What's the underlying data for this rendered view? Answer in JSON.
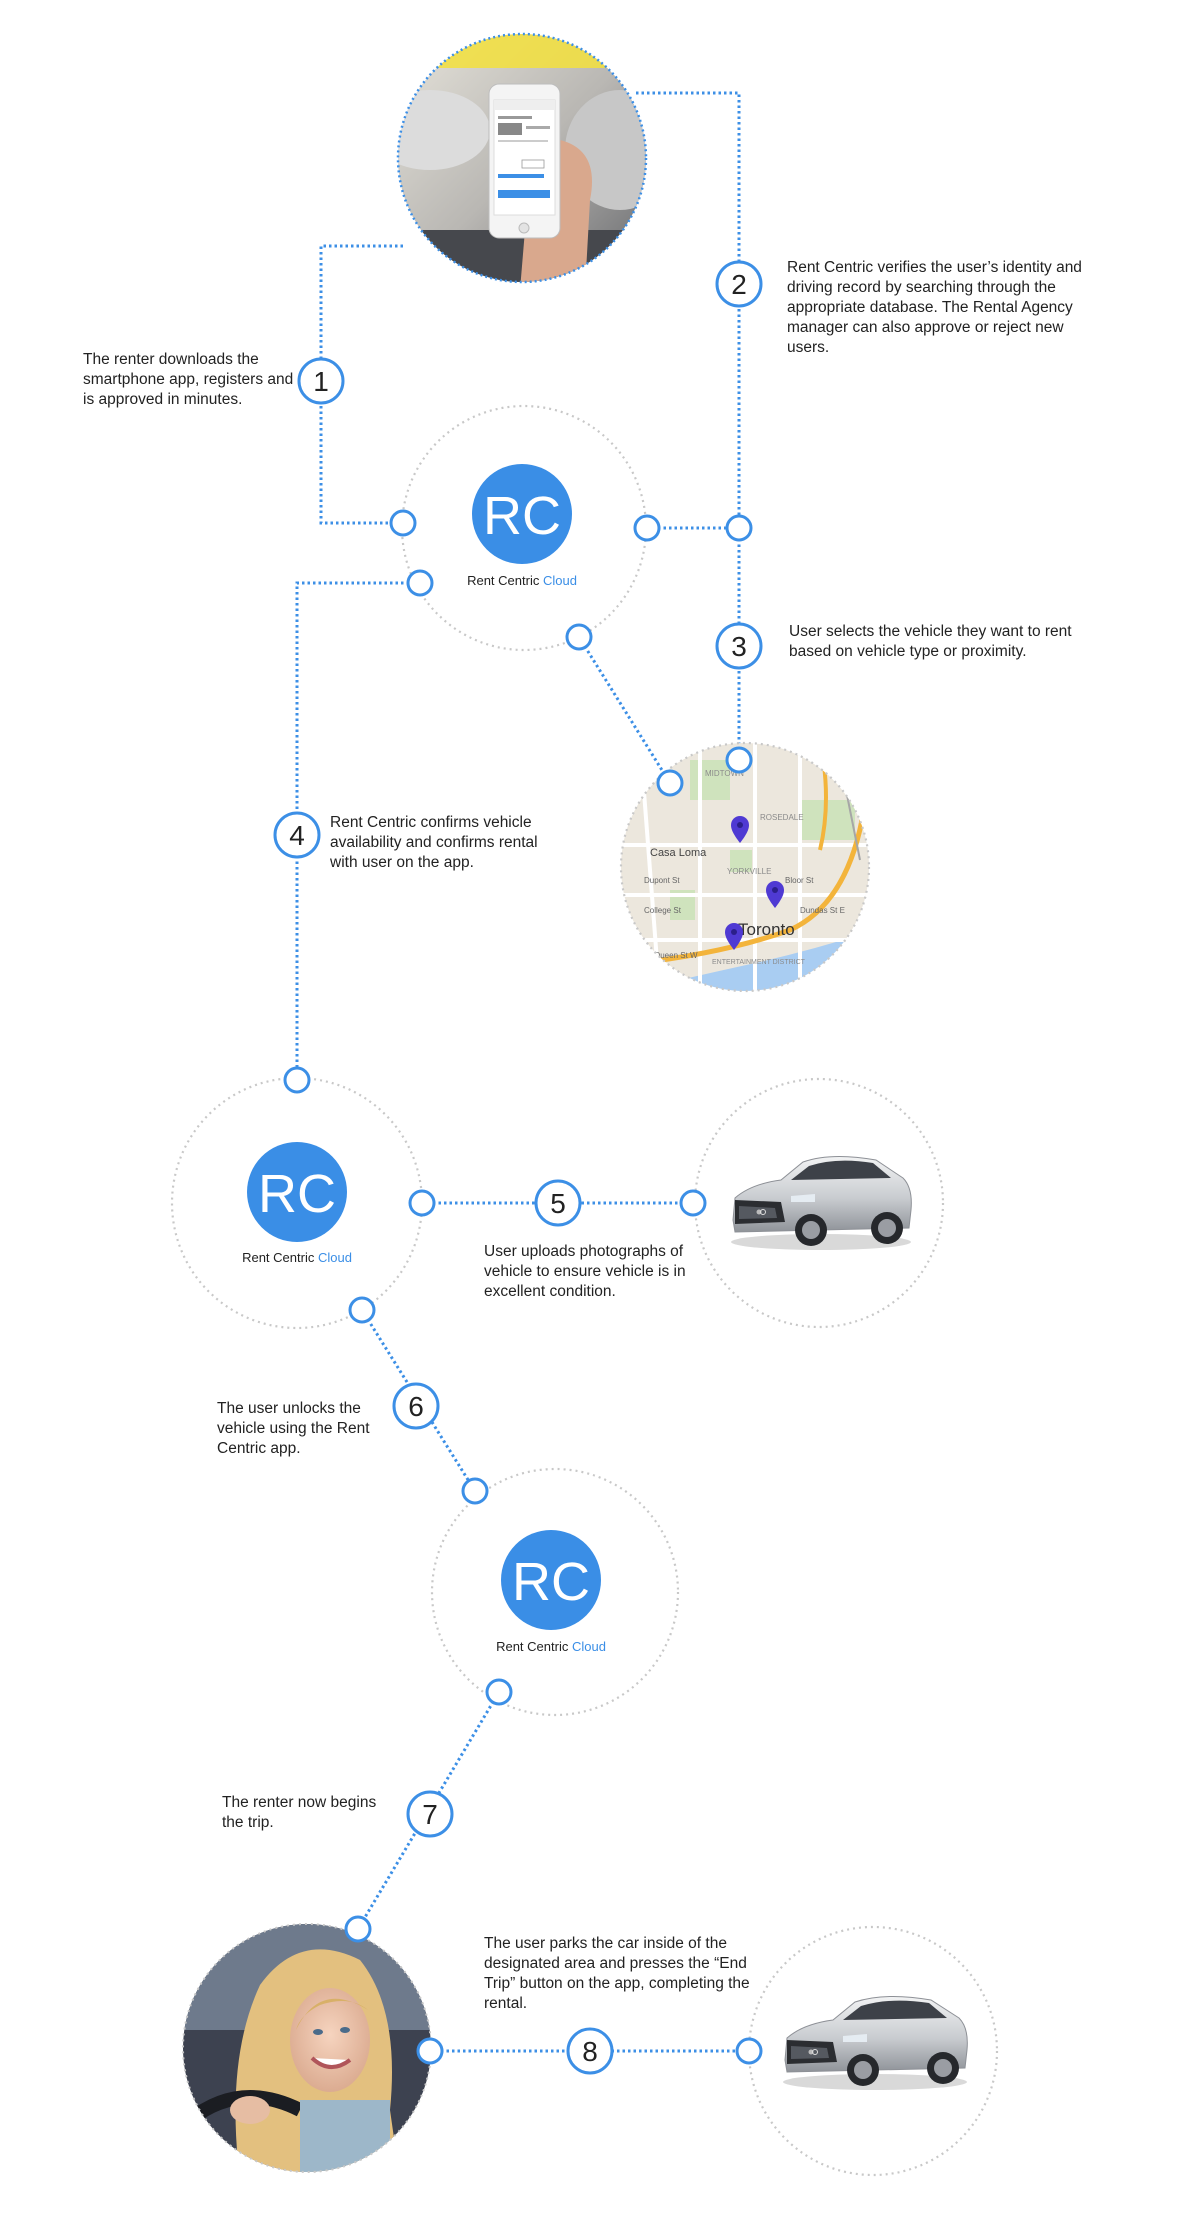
{
  "logo": {
    "initials": "RC",
    "name": "Rent Centric",
    "cloud": "Cloud"
  },
  "map": {
    "labels": [
      "MIDTOWN",
      "ROSEDALE",
      "Casa Loma",
      "YORKVILLE",
      "Dupont St",
      "Bloor St",
      "Toronto",
      "College St",
      "Dundas St E",
      "Queen St W",
      "ENTERTAINMENT DISTRICT"
    ]
  },
  "steps": [
    {
      "number": "1",
      "text": "The renter downloads the smartphone app, registers and is approved in minutes."
    },
    {
      "number": "2",
      "text": "Rent Centric verifies the user’s identity and driving record by searching through the appropriate database.  The Rental Agency manager can also approve or reject new users."
    },
    {
      "number": "3",
      "text": "User selects the vehicle they want to rent based on vehicle type or proximity."
    },
    {
      "number": "4",
      "text": "Rent Centric confirms vehicle availability and confirms rental with user on the app."
    },
    {
      "number": "5",
      "text": "User uploads photographs of vehicle to ensure vehicle is in excellent condition."
    },
    {
      "number": "6",
      "text": "The user unlocks the vehicle using the Rent Centric app."
    },
    {
      "number": "7",
      "text": "The renter now begins the trip."
    },
    {
      "number": "8",
      "text": "The user parks the car inside of the designated area and presses the “End Trip” button on the app, completing the rental."
    }
  ],
  "colors": {
    "accent": "#3c8fe6",
    "logo_blue": "#3a8ee6",
    "dotted_circle": "#c8c8c8"
  }
}
